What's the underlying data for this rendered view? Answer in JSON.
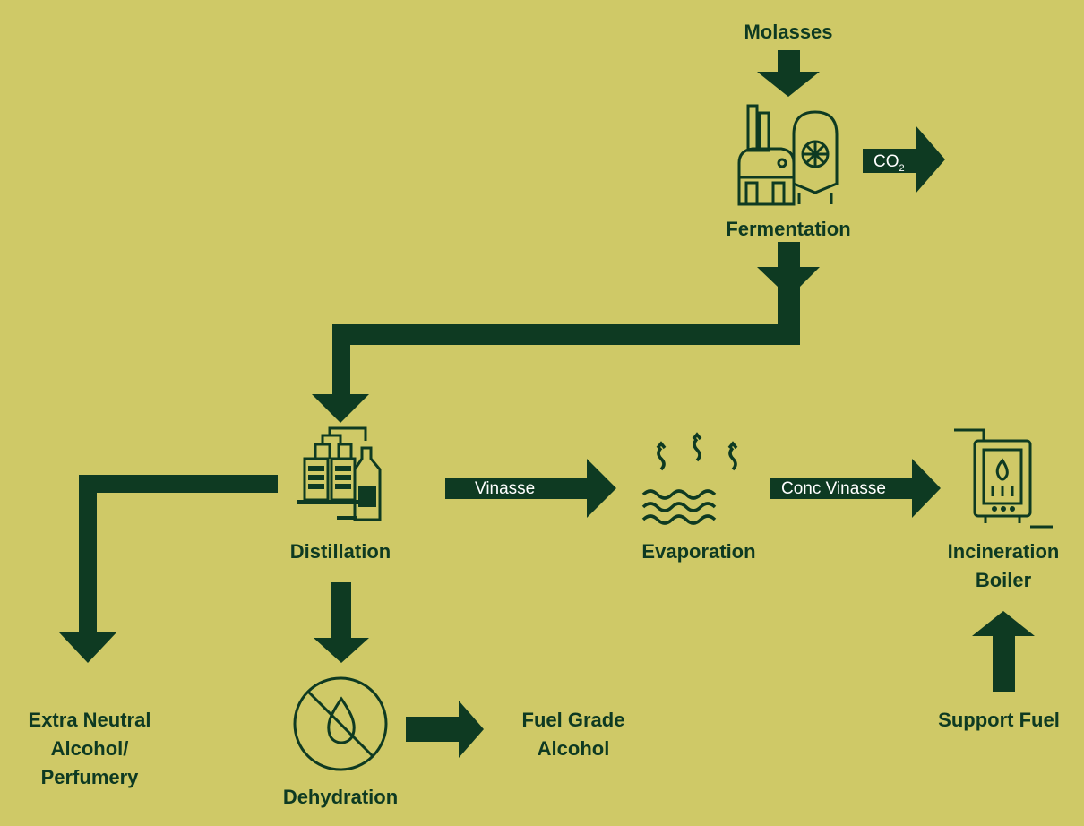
{
  "colors": {
    "background": "#cfc967",
    "ink": "#0e3a22",
    "arrow_text": "#ffffff"
  },
  "nodes": {
    "molasses": "Molasses",
    "fermentation": "Fermentation",
    "distillation": "Distillation",
    "evaporation": "Evaporation",
    "incineration_boiler": "Incineration Boiler",
    "support_fuel": "Support Fuel",
    "dehydration": "Dehydration",
    "fuel_grade_alcohol": "Fuel Grade Alcohol",
    "extra_neutral_alcohol": "Extra Neutral Alcohol/ Perfumery"
  },
  "flows": {
    "co2": {
      "base": "CO",
      "sub": "2"
    },
    "vinasse": "Vinasse",
    "conc_vinasse": "Conc Vinasse"
  },
  "icons": [
    "fermentation-plant-icon",
    "distillation-apparatus-icon",
    "evaporation-waves-icon",
    "boiler-icon",
    "no-water-drop-icon"
  ]
}
